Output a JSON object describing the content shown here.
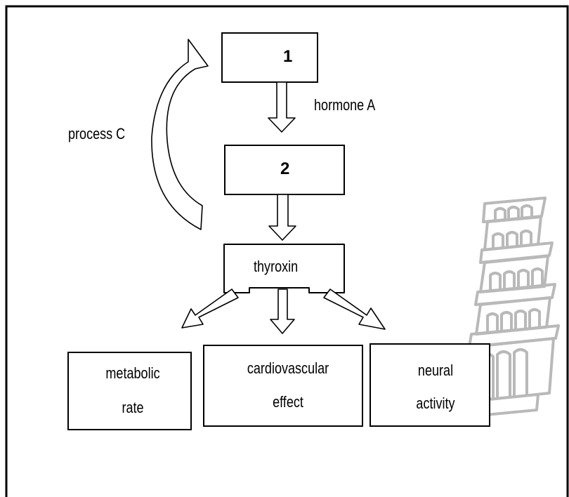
{
  "nodes": {
    "box1": "1",
    "box2": "2",
    "thyroxin": "thyroxin",
    "metabolic": [
      "metabolic",
      "rate"
    ],
    "cardio": [
      "cardiovascular",
      "effect"
    ],
    "neural": [
      "neural",
      "activity"
    ]
  },
  "labels": {
    "hormone": "hormone A",
    "process": "process C"
  },
  "watermark_icon": "leaning-tower-icon"
}
